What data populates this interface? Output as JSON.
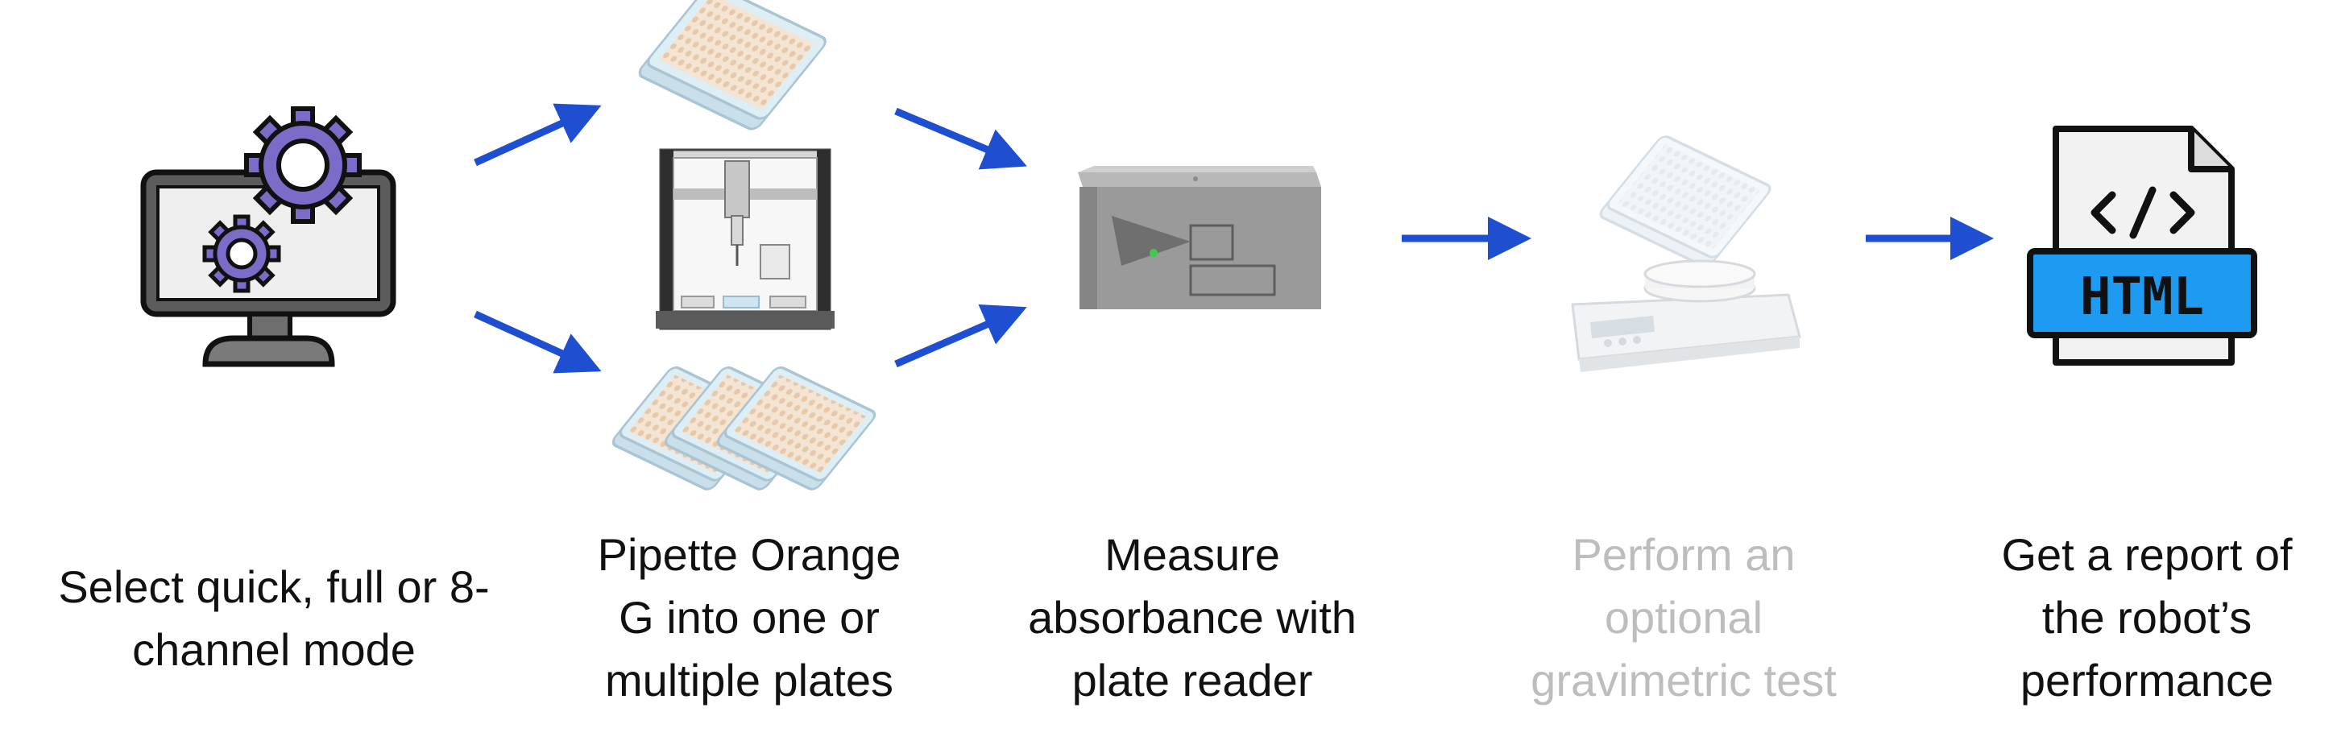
{
  "steps": [
    {
      "caption": "Select quick, full or 8-\nchannel mode",
      "state": "active"
    },
    {
      "caption": "Pipette Orange\nG into one or\nmultiple plates",
      "state": "active"
    },
    {
      "caption": "Measure\nabsorbance with\nplate reader",
      "state": "active"
    },
    {
      "caption": "Perform an\noptional\ngravimetric test",
      "state": "optional"
    },
    {
      "caption": "Get a report of\nthe robot’s\nperformance",
      "state": "active"
    }
  ],
  "html_badge": {
    "label": "HTML",
    "code_glyph": "</>"
  },
  "colors": {
    "arrow": "#1f4fd1",
    "caption": "#111111",
    "caption_muted": "#bdbdbd",
    "gear": "#7d6bc8",
    "html_badge": "#1e9af0"
  },
  "icons": [
    "computer-gears-icon",
    "pipetting-robot-icon",
    "well-plate-icon",
    "plate-reader-icon",
    "balance-icon",
    "html-file-icon"
  ]
}
